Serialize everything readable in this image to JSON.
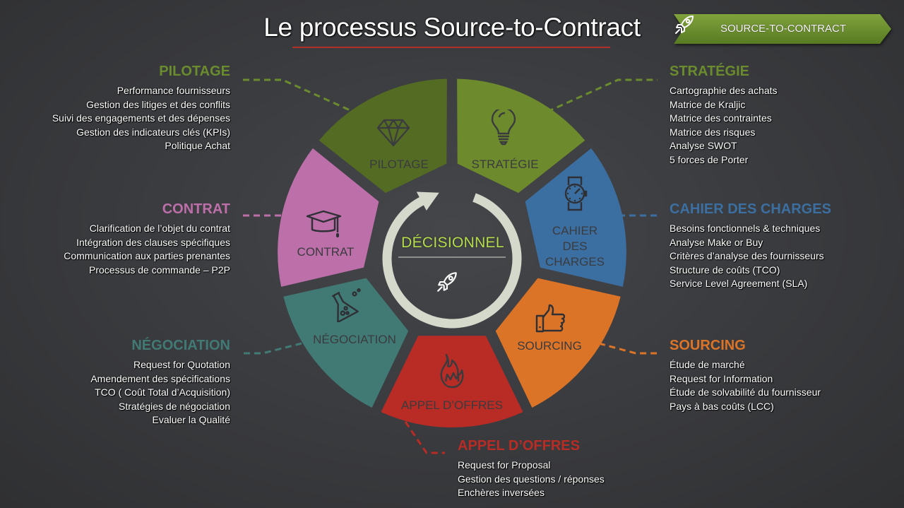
{
  "title": "Le processus Source-to-Contract",
  "badge": {
    "label": "SOURCE-TO-CONTRACT",
    "icon": "rocket-icon",
    "color": "#6b8c2e"
  },
  "center": {
    "label": "DÉCISIONNEL",
    "icon": "rocket-icon",
    "label_color": "#b6dd4b",
    "arrow_color": "#d5d9cc"
  },
  "segments": [
    {
      "id": "pilotage",
      "label": "PILOTAGE",
      "icon": "diamond-icon",
      "color": "#546b24"
    },
    {
      "id": "strategie",
      "label": "STRATÉGIE",
      "icon": "lightbulb-icon",
      "color": "#6d8b2c"
    },
    {
      "id": "cahier",
      "label_lines": [
        "CAHIER",
        "DES",
        "CHARGES"
      ],
      "icon": "watch-icon",
      "color": "#3c6fa1"
    },
    {
      "id": "sourcing",
      "label": "SOURCING",
      "icon": "thumbs-up-icon",
      "color": "#dc7428"
    },
    {
      "id": "appel",
      "label": "APPEL D’OFFRES",
      "icon": "fire-icon",
      "color": "#b82c25"
    },
    {
      "id": "negociation",
      "label": "NÉGOCIATION",
      "icon": "flask-icon",
      "color": "#417a74"
    },
    {
      "id": "contrat",
      "label": "CONTRAT",
      "icon": "graduation-cap-icon",
      "color": "#bd6faa"
    }
  ],
  "panels": {
    "pilotage": {
      "heading": "PILOTAGE",
      "color": "#6b8c2e",
      "items": [
        "Performance fournisseurs",
        "Gestion des litiges et des conflits",
        "Suivi des engagements et des dépenses",
        "Gestion des indicateurs clés (KPIs)",
        "Politique Achat"
      ]
    },
    "strategie": {
      "heading": "STRATÉGIE",
      "color": "#6b8c2e",
      "items": [
        "Cartographie des achats",
        "Matrice de Kraljic",
        "Matrice des contraintes",
        "Matrice des risques",
        "Analyse SWOT",
        "5 forces de Porter"
      ]
    },
    "contrat": {
      "heading": "CONTRAT",
      "color": "#bd6faa",
      "items": [
        "Clarification de l’objet du contrat",
        "Intégration des clauses spécifiques",
        "Communication aux parties prenantes",
        "Processus de commande – P2P"
      ]
    },
    "cahier": {
      "heading": "CAHIER DES CHARGES",
      "color": "#3c6fa1",
      "items": [
        "Besoins fonctionnels & techniques",
        "Analyse Make or Buy",
        "Critères d’analyse des fournisseurs",
        "Structure de coûts (TCO)",
        "Service Level Agreement (SLA)"
      ]
    },
    "negociation": {
      "heading": "NÉGOCIATION",
      "color": "#417a74",
      "items": [
        "Request for Quotation",
        "Amendement des spécifications",
        "TCO ( Coût Total d’Acquisition)",
        "Stratégies de négociation",
        "Evaluer la Qualité"
      ]
    },
    "sourcing": {
      "heading": "SOURCING",
      "color": "#dc7428",
      "items": [
        "Étude de marché",
        "Request for Information",
        "Étude de solvabilité du fournisseur",
        "Pays à bas coûts (LCC)"
      ]
    },
    "appel": {
      "heading": "APPEL D’OFFRES",
      "color": "#b82c25",
      "items": [
        "Request for Proposal",
        "Gestion des questions / réponses",
        "Enchères inversées"
      ]
    }
  },
  "colors": {
    "title_underline": "#b3302a",
    "segment_text": "#3a3b3e"
  }
}
